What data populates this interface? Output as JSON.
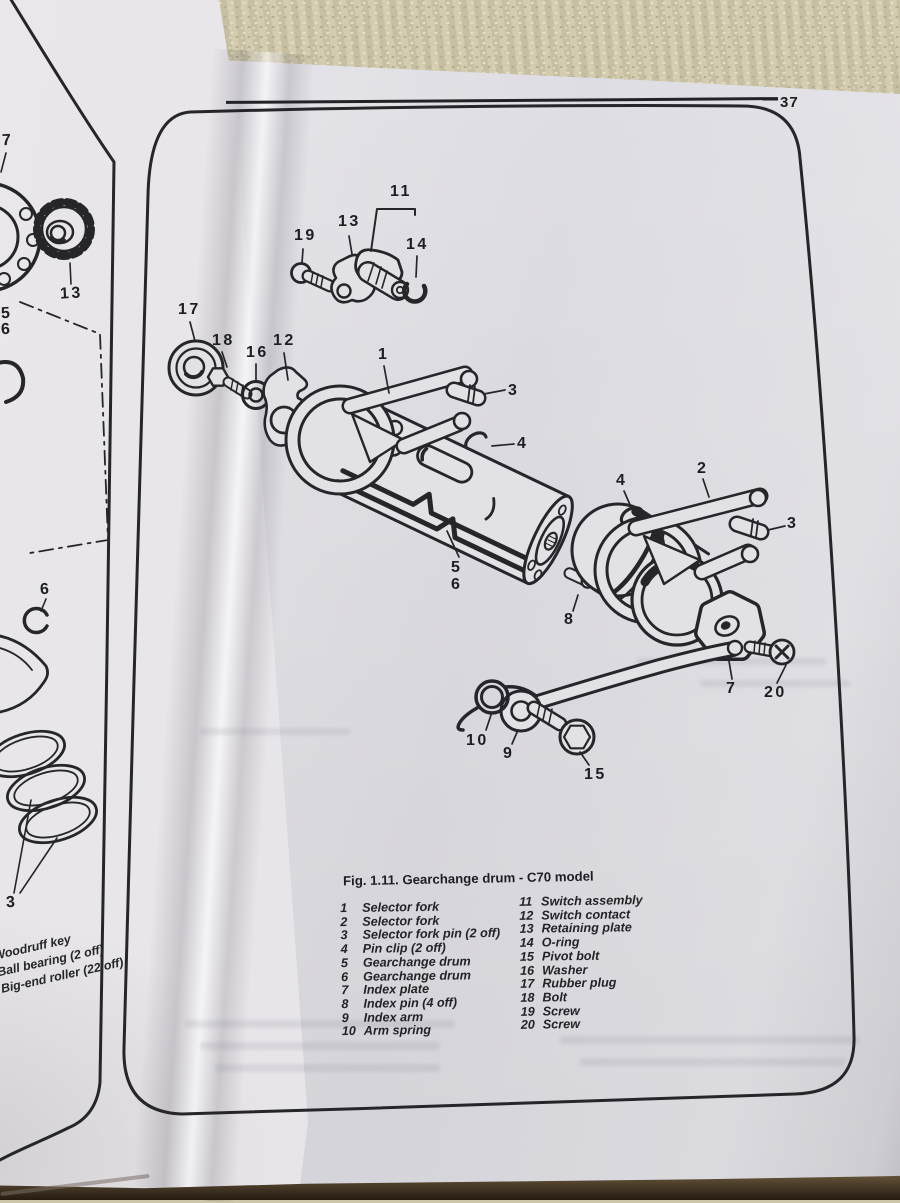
{
  "photo": {
    "right_page": {
      "page_number": "37",
      "figure": {
        "caption": "Fig. 1.11. Gearchange drum - C70 model",
        "parts_col1": [
          {
            "num": "1",
            "name": "Selector fork"
          },
          {
            "num": "2",
            "name": "Selector fork"
          },
          {
            "num": "3",
            "name": "Selector fork pin (2 off)"
          },
          {
            "num": "4",
            "name": "Pin clip (2 off)"
          },
          {
            "num": "5",
            "name": "Gearchange drum"
          },
          {
            "num": "6",
            "name": "Gearchange drum"
          },
          {
            "num": "7",
            "name": "Index plate"
          },
          {
            "num": "8",
            "name": "Index pin (4 off)"
          },
          {
            "num": "9",
            "name": "Index arm"
          },
          {
            "num": "10",
            "name": "Arm spring"
          }
        ],
        "parts_col2": [
          {
            "num": "11",
            "name": "Switch assembly"
          },
          {
            "num": "12",
            "name": "Switch contact"
          },
          {
            "num": "13",
            "name": "Retaining plate"
          },
          {
            "num": "14",
            "name": "O-ring"
          },
          {
            "num": "15",
            "name": "Pivot bolt"
          },
          {
            "num": "16",
            "name": "Washer"
          },
          {
            "num": "17",
            "name": "Rubber plug"
          },
          {
            "num": "18",
            "name": "Bolt"
          },
          {
            "num": "19",
            "name": "Screw"
          },
          {
            "num": "20",
            "name": "Screw"
          }
        ],
        "callouts": {
          "c19": "19",
          "c13": "13",
          "c11": "11",
          "c14": "14",
          "c17": "17",
          "c18": "18",
          "c16": "16",
          "c12": "12",
          "c1": "1",
          "c3a": "3",
          "c4a": "4",
          "c2": "2",
          "c3b": "3",
          "c4b": "4",
          "c5": "5",
          "c6": "6",
          "c8": "8",
          "c7": "7",
          "c20": "20",
          "c10": "10",
          "c9": "9",
          "c15": "15"
        }
      }
    },
    "left_page": {
      "callouts": {
        "c7": "7",
        "c13": "13",
        "c5": "5",
        "c6": "6",
        "c6b": "6",
        "c3": "3"
      },
      "caption_fragments": [
        "Woodruff key",
        "Ball bearing (2 off)",
        "Big-end roller (22 off)"
      ]
    },
    "colors": {
      "ink": "#232327",
      "page": "#e2e1e6",
      "carpet": "#cdc6a8",
      "shadow_brown": "#241a10"
    }
  }
}
